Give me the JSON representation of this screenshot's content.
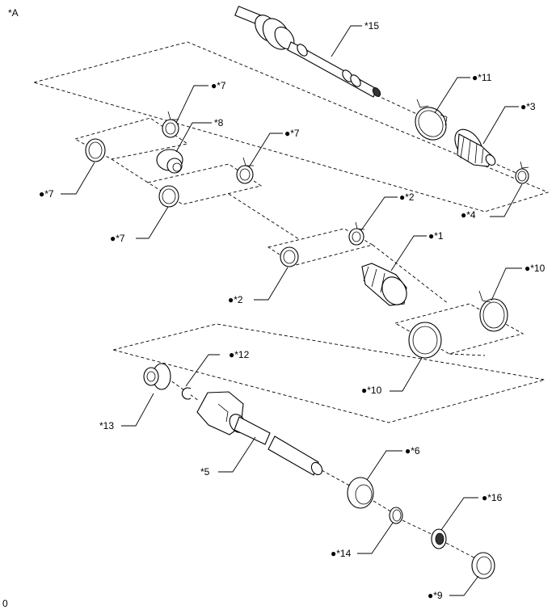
{
  "view_label": "*A",
  "corner_label": "0",
  "bullet": "●",
  "callouts": [
    {
      "id": "c15",
      "text": "*15",
      "bullet": false
    },
    {
      "id": "c11",
      "text": "*11",
      "bullet": true
    },
    {
      "id": "c3",
      "text": "*3",
      "bullet": true
    },
    {
      "id": "c7a",
      "text": "*7",
      "bullet": true
    },
    {
      "id": "c8",
      "text": "*8",
      "bullet": false
    },
    {
      "id": "c7b",
      "text": "*7",
      "bullet": true
    },
    {
      "id": "c7c",
      "text": "*7",
      "bullet": true
    },
    {
      "id": "c7d",
      "text": "*7",
      "bullet": true
    },
    {
      "id": "c4",
      "text": "*4",
      "bullet": true
    },
    {
      "id": "c2a",
      "text": "*2",
      "bullet": true
    },
    {
      "id": "c1",
      "text": "*1",
      "bullet": true
    },
    {
      "id": "c10a",
      "text": "*10",
      "bullet": true
    },
    {
      "id": "c2b",
      "text": "*2",
      "bullet": true
    },
    {
      "id": "c10b",
      "text": "*10",
      "bullet": true
    },
    {
      "id": "c12",
      "text": "*12",
      "bullet": true
    },
    {
      "id": "c13",
      "text": "*13",
      "bullet": false
    },
    {
      "id": "c5",
      "text": "*5",
      "bullet": false
    },
    {
      "id": "c6",
      "text": "*6",
      "bullet": true
    },
    {
      "id": "c16",
      "text": "*16",
      "bullet": true
    },
    {
      "id": "c14",
      "text": "*14",
      "bullet": true
    },
    {
      "id": "c9",
      "text": "*9",
      "bullet": true
    }
  ]
}
